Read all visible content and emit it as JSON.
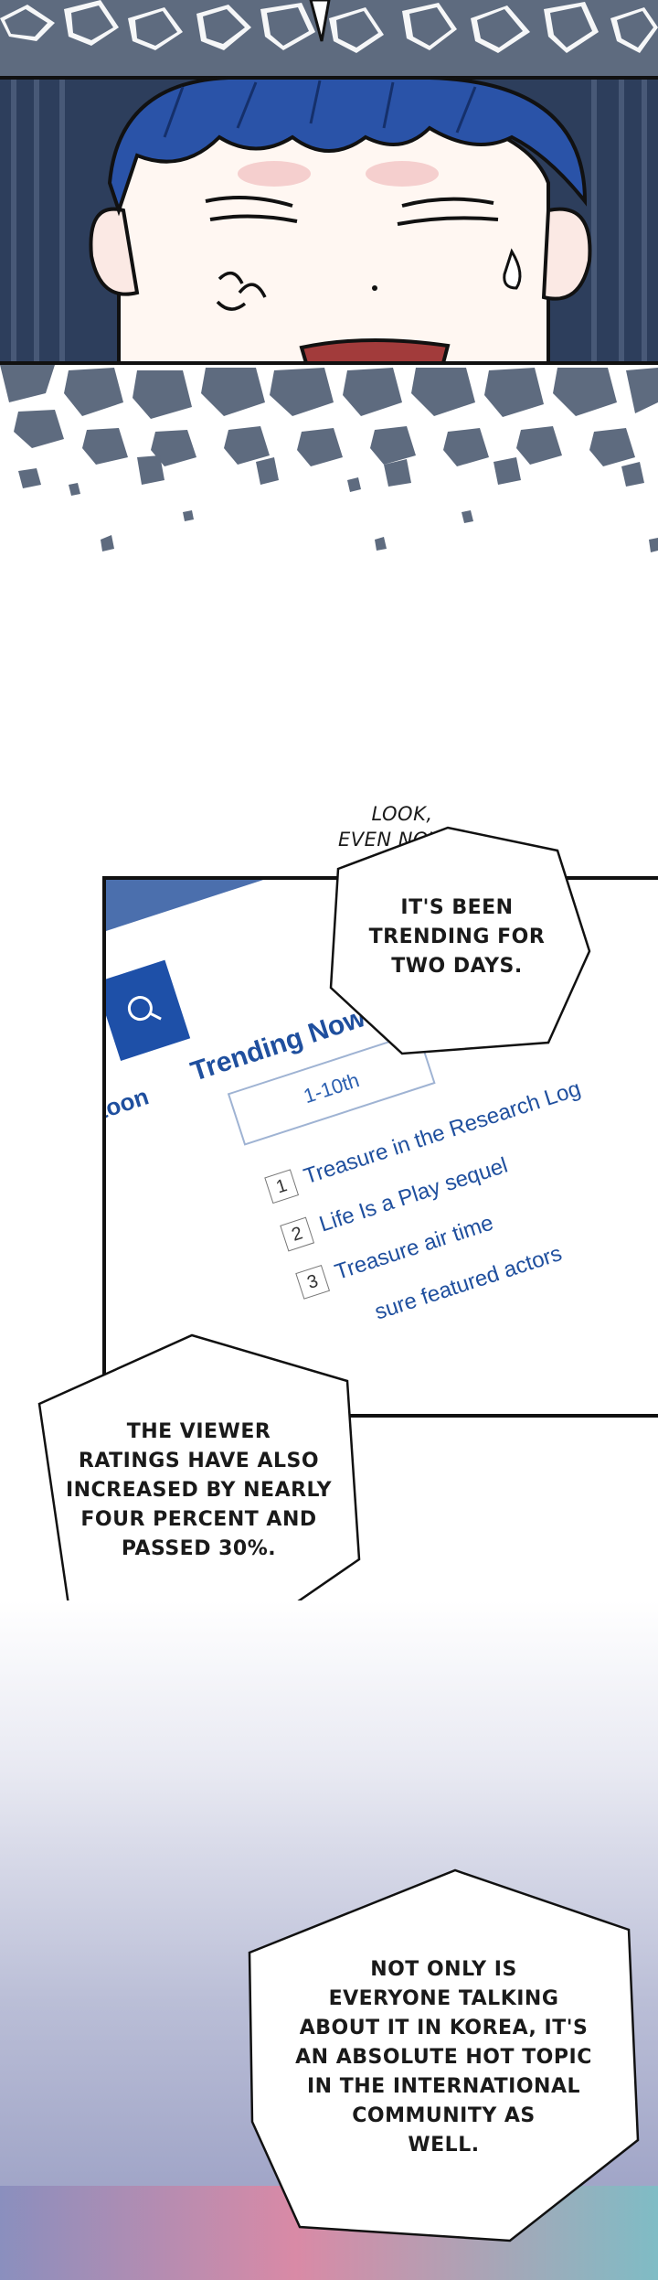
{
  "bubbles": {
    "intro_line1": "LOOK,",
    "intro_line2": "EVEN NOW...",
    "trending": [
      "IT'S BEEN",
      "TRENDING FOR",
      "TWO DAYS."
    ],
    "ratings": [
      "THE VIEWER",
      "RATINGS HAVE ALSO",
      "INCREASED BY NEARLY",
      "FOUR PERCENT AND",
      "PASSED 30%."
    ],
    "korea": [
      "NOT ONLY IS",
      "EVERYONE TALKING",
      "ABOUT IT IN KOREA, IT'S",
      "AN ABSOLUTE HOT TOPIC",
      "IN THE INTERNATIONAL",
      "COMMUNITY AS",
      "WELL."
    ]
  },
  "screen": {
    "side_label": "toon",
    "title": "Trending Now",
    "tab": "1-10th",
    "items": [
      {
        "num": "1",
        "label": "Treasure in the Research Log"
      },
      {
        "num": "2",
        "label": "Life Is a Play sequel"
      },
      {
        "num": "3",
        "label": "Treasure air time"
      },
      {
        "num": "",
        "label": "sure featured actors"
      }
    ]
  },
  "colors": {
    "hair": "#2a53a8",
    "skin": "#fff7f2",
    "stone": "#5e6b7f",
    "screen_blue": "#1f4f9e"
  }
}
